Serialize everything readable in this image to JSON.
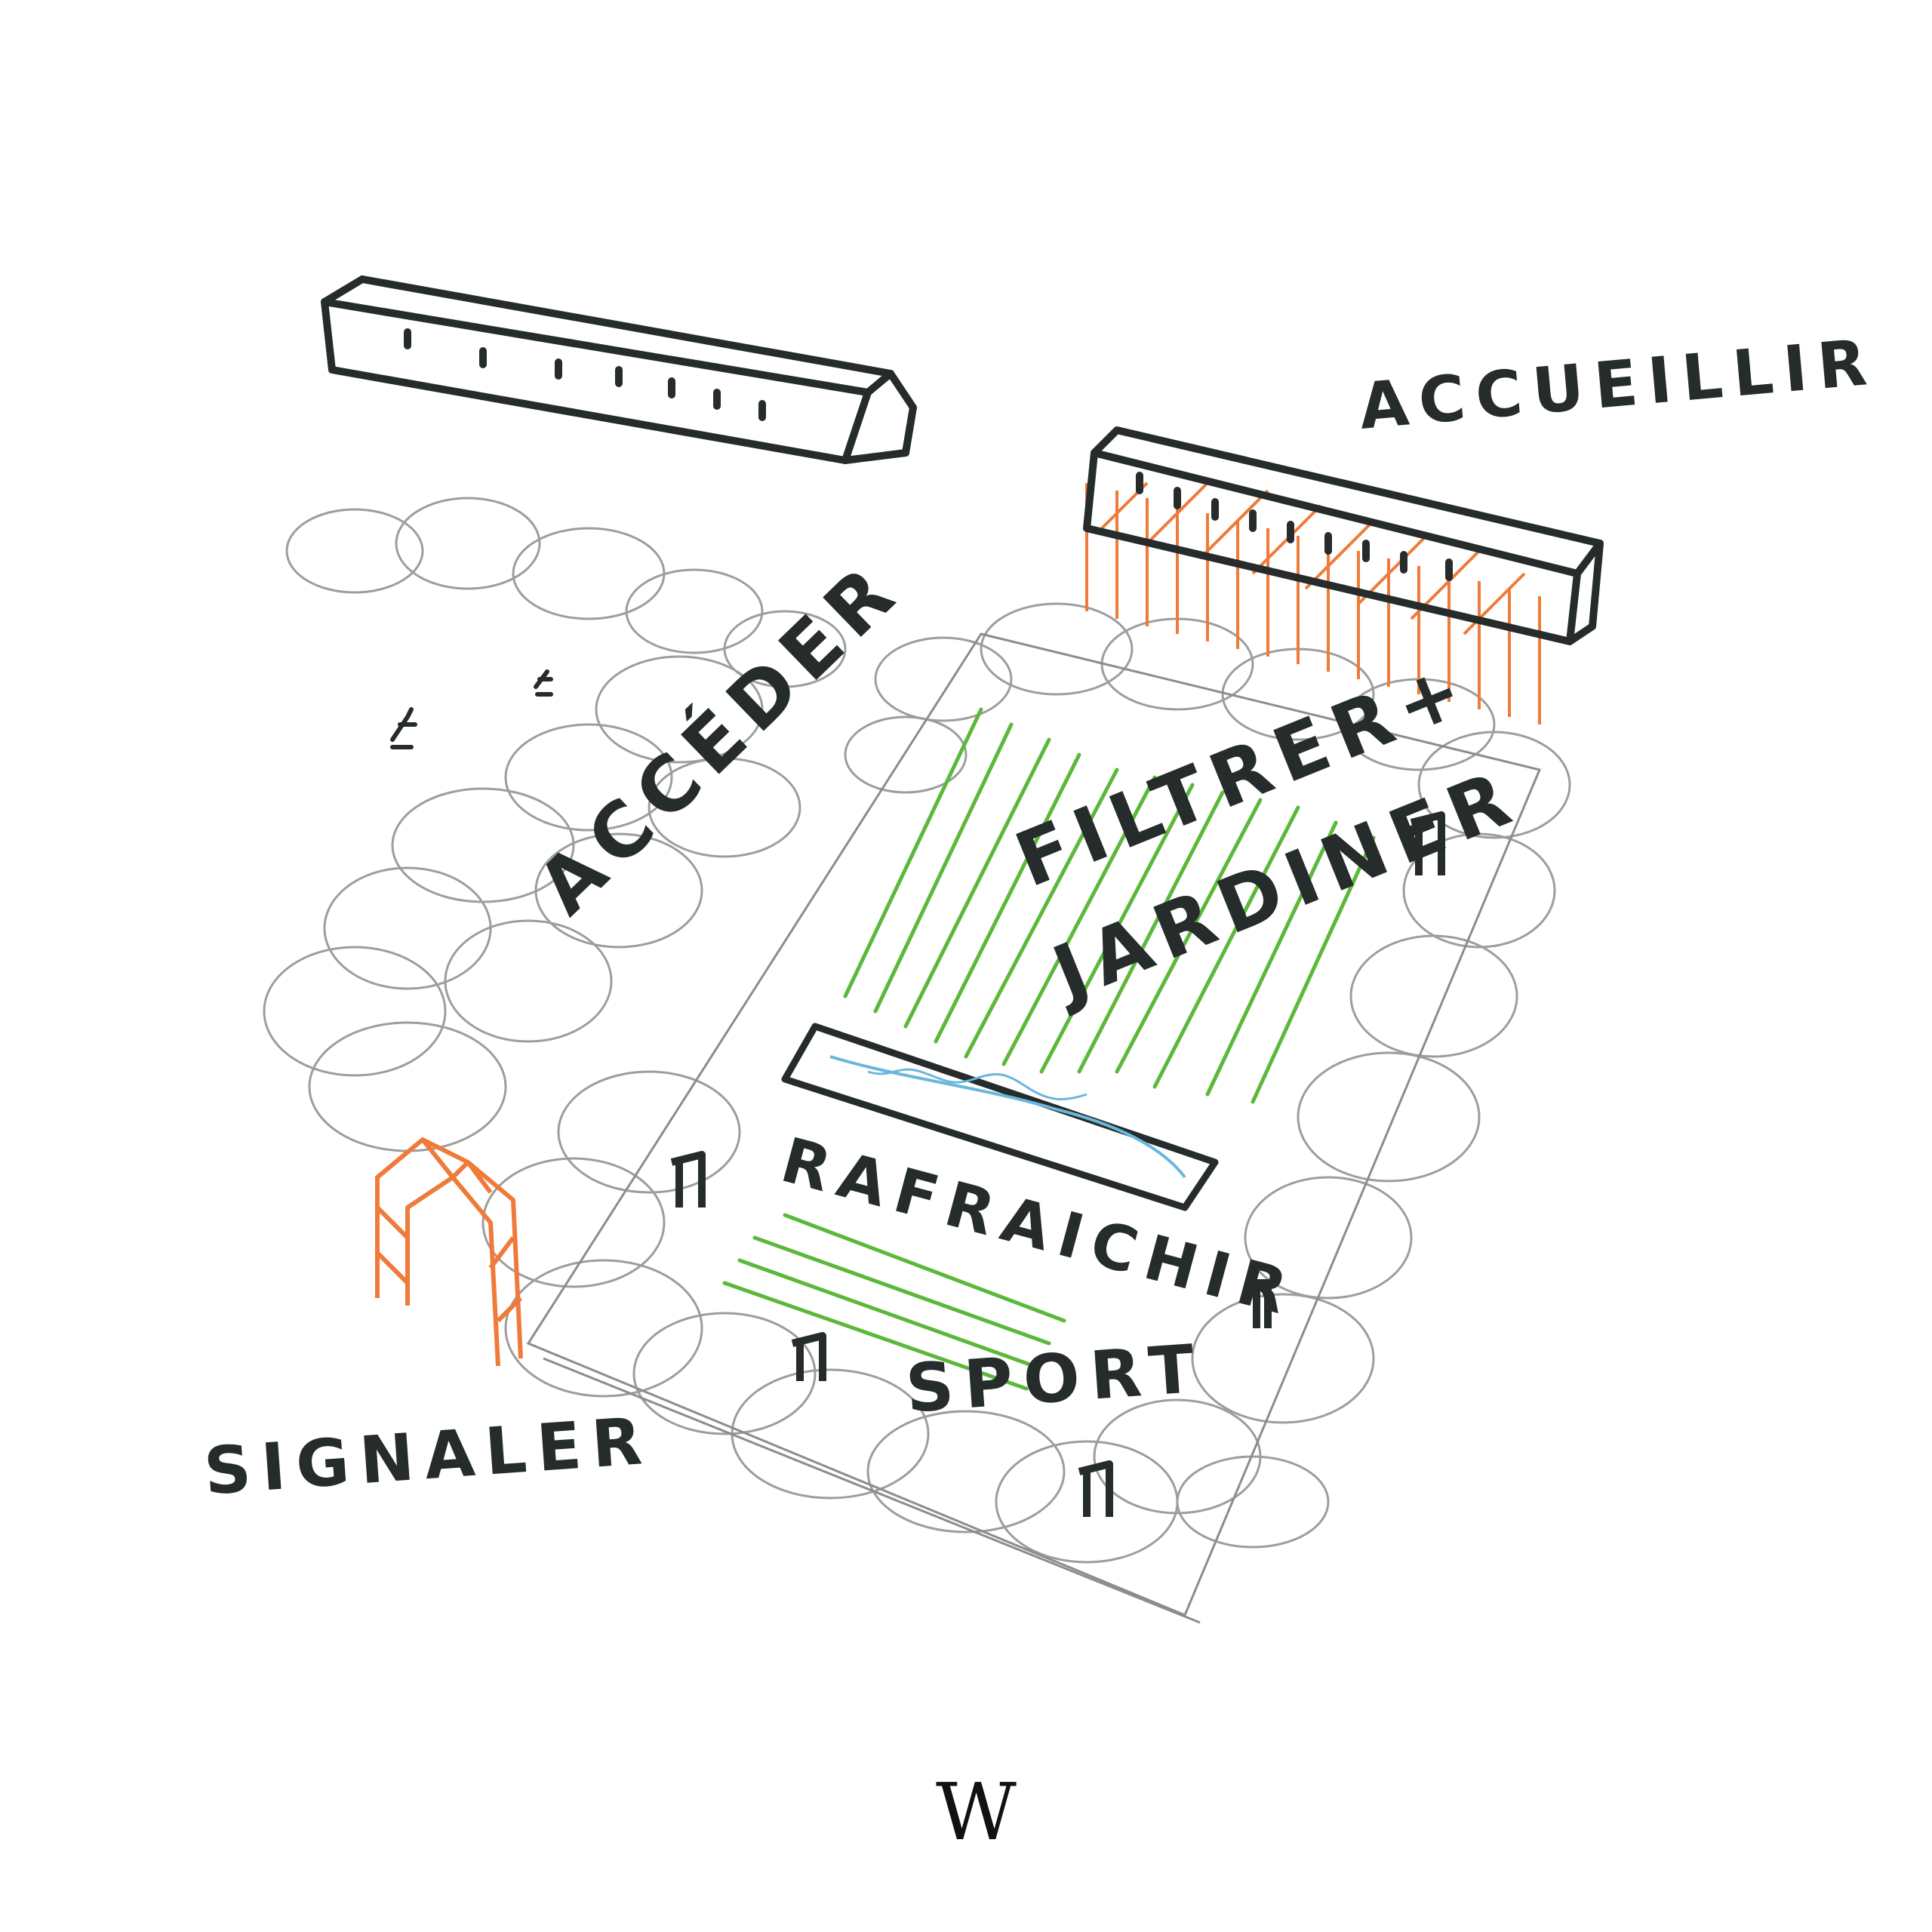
{
  "labels": {
    "accueillir": "ACCUEILLIR",
    "acceder": "ACCÉDER",
    "filtrer": "FILTRER+",
    "jardiner": "JARDINER",
    "rafraichir": "RAFRAICHIR",
    "sport": "SPORT",
    "signaler": "SIGNALER"
  },
  "compass": "W",
  "colors": {
    "ink": "#262b2b",
    "pencil": "#8c8c8c",
    "garden": "#5cb83a",
    "water": "#6ab7dc",
    "accent": "#f07a3a"
  }
}
